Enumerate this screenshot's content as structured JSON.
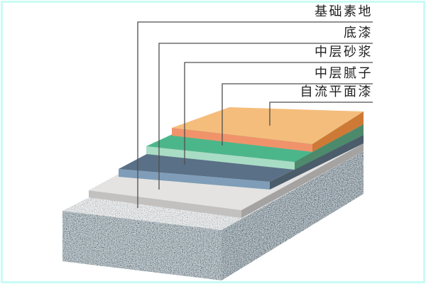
{
  "frame": {
    "border_color": "#c9fbf4",
    "background": "#ffffff"
  },
  "layers": [
    {
      "label": "基础素地",
      "key": "substrate",
      "colors": {
        "top": "#e9edf0",
        "front": "#a9bbc5",
        "side": "#9fb2bd"
      }
    },
    {
      "label": "底漆",
      "key": "primer",
      "colors": {
        "top": "#e4e3e1",
        "front": "#c3c1bf",
        "side": "#a5a3a1"
      }
    },
    {
      "label": "中层砂浆",
      "key": "mortar",
      "colors": {
        "top": "#5a7086",
        "front": "#7f9db8",
        "side": "#4b5c6b"
      }
    },
    {
      "label": "中层腻子",
      "key": "putty",
      "colors": {
        "top": "#4cb68b",
        "front": "#a9dcc4",
        "side": "#4d8a6c"
      }
    },
    {
      "label": "自流平面漆",
      "key": "topcoat",
      "colors": {
        "top": "#f5bd7c",
        "front": "#f0936b",
        "side": "#ce7a36"
      }
    }
  ],
  "annotation": {
    "line_color": "#4f4f4f",
    "text_color": "#1f1f1f"
  }
}
